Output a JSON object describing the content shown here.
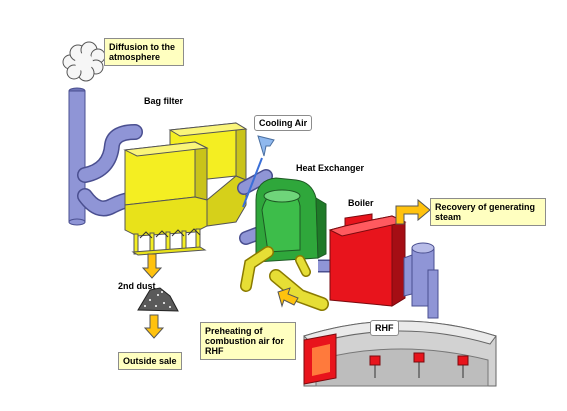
{
  "labels": {
    "diffusion": "Diffusion to the atmosphere",
    "bag_filter": "Bag filter",
    "cooling_air": "Cooling Air",
    "heat_exchanger": "Heat Exchanger",
    "boiler": "Boiler",
    "recovery": "Recovery of generating steam",
    "second_dust": "2nd dust",
    "preheating": "Preheating of combustion air for RHF",
    "rhf": "RHF",
    "outside_sale": "Outside sale"
  },
  "colors": {
    "duct": "#8f95d6",
    "bag_filter": "#f4ee22",
    "heat_exchanger": "#2fa73b",
    "boiler": "#e8141c",
    "rhf_body": "#d2d2d2",
    "arrow": "#ffc20e",
    "label_fill": "#ffffc0"
  }
}
